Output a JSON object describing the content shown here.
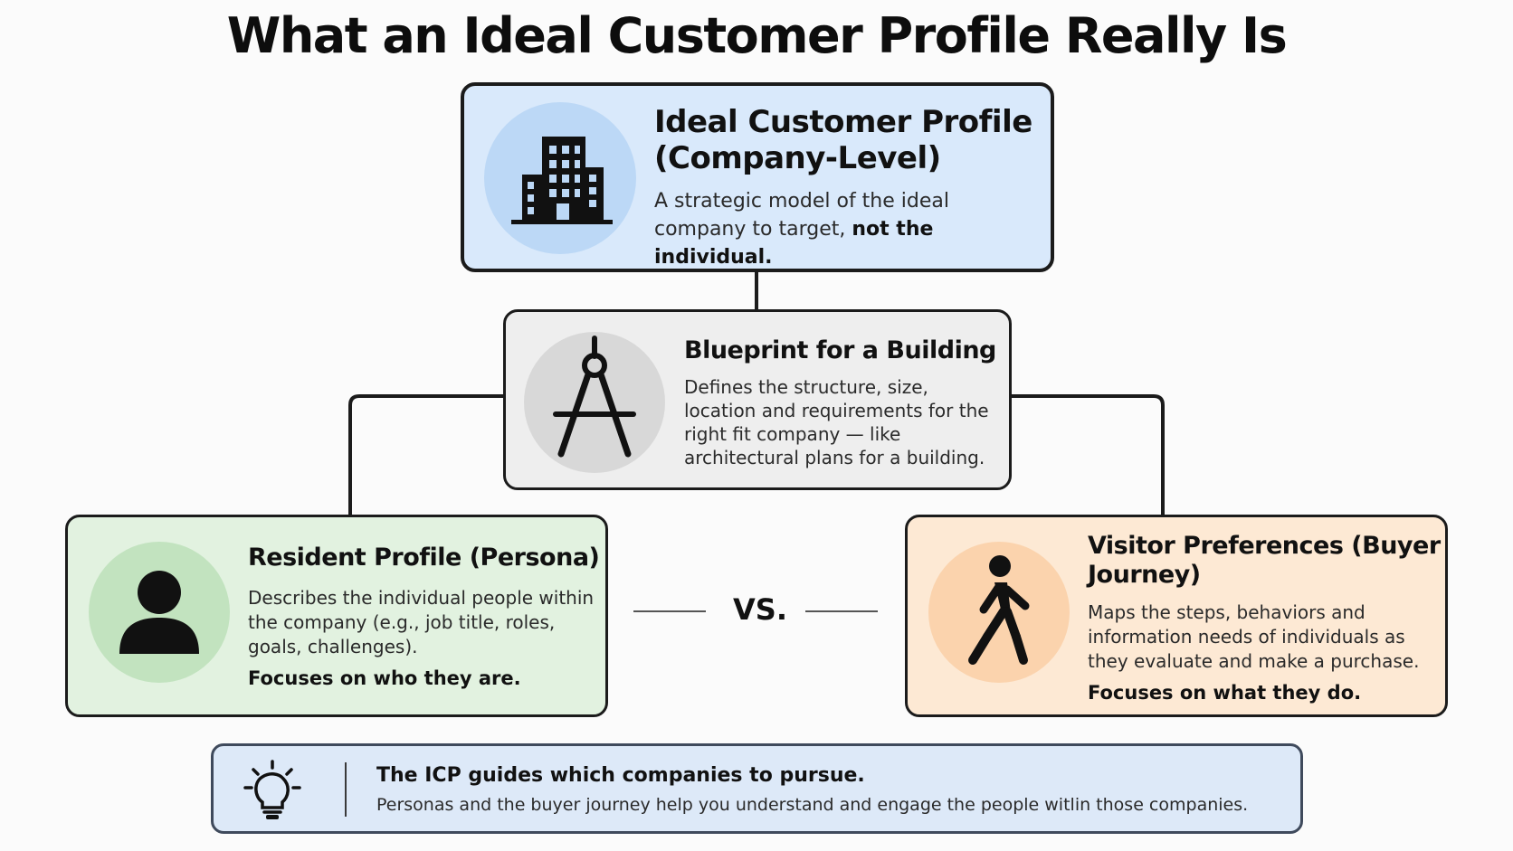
{
  "title": "What an Ideal Customer Profile Really Is",
  "icp_card": {
    "heading": "Ideal Customer Profile (Company-Level)",
    "body": "A strategic model of the ideal company to target, ",
    "body_bold": "not the individual.",
    "icon": "building-icon",
    "color": "#d9e9fb"
  },
  "blueprint_card": {
    "heading": "Blueprint for a Building",
    "body": "Defines the structure, size, location and requirements for the right fit company — like architectural plans for a building.",
    "icon": "compass-icon",
    "color": "#eeeeee"
  },
  "persona_card": {
    "heading": "Resident Profile (Persona)",
    "body": "Describes the individual people within the company (e.g., job title, roles, goals, challenges).",
    "emphasis": "Focuses on who they are.",
    "icon": "person-icon",
    "color": "#e2f2e0"
  },
  "journey_card": {
    "heading": "Visitor Preferences (Buyer Journey)",
    "body": "Maps the steps, behaviors and information needs of individuals as they evaluate and make a purchase.",
    "emphasis": "Focuses on what they do.",
    "icon": "walking-person-icon",
    "color": "#fde9d4"
  },
  "comparison_label": "VS.",
  "summary": {
    "heading": "The ICP guides which companies to pursue.",
    "body": "Personas and the buyer journey help you understand and engage the people witlin those companies.",
    "icon": "lightbulb-icon",
    "color": "#dde9f8"
  }
}
